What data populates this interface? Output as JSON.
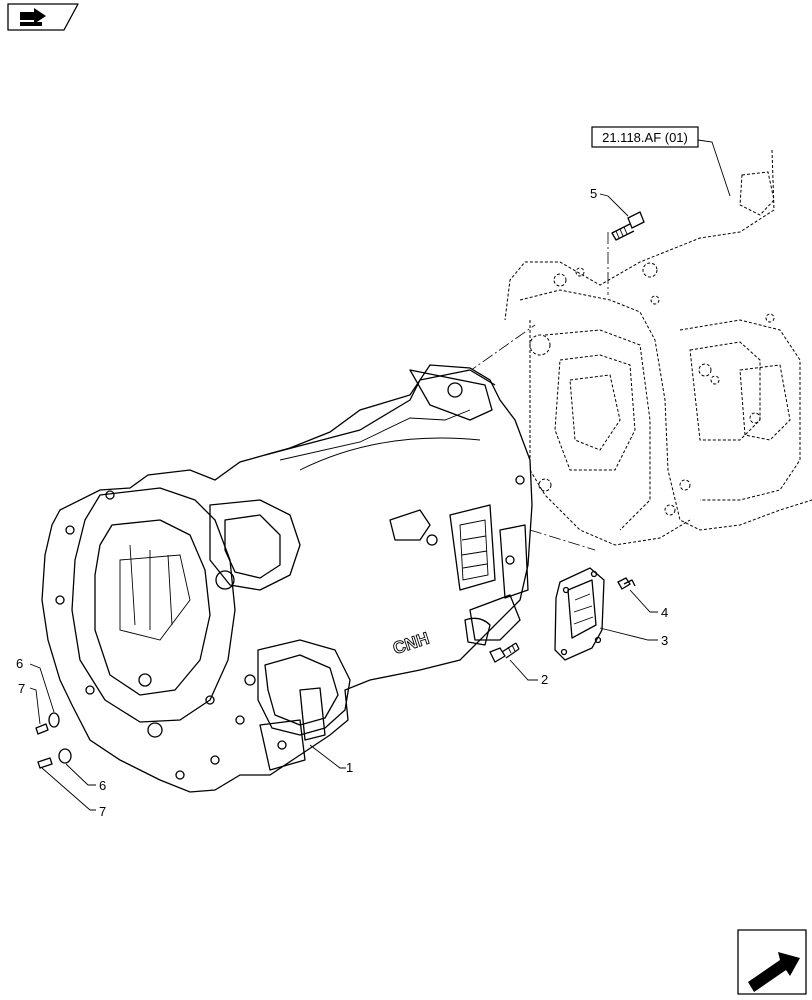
{
  "reference": {
    "label": "21.118.AF (01)"
  },
  "callouts": [
    {
      "id": "c1",
      "label": "1"
    },
    {
      "id": "c2",
      "label": "2"
    },
    {
      "id": "c3",
      "label": "3"
    },
    {
      "id": "c4",
      "label": "4"
    },
    {
      "id": "c5",
      "label": "5"
    },
    {
      "id": "c6a",
      "label": "6"
    },
    {
      "id": "c6b",
      "label": "6"
    },
    {
      "id": "c7a",
      "label": "7"
    },
    {
      "id": "c7b",
      "label": "7"
    }
  ],
  "housing_logo": "CNH",
  "icons": {
    "top_left": "book-arrow-icon",
    "bottom_right": "next-page-arrow-icon"
  },
  "colors": {
    "line": "#000000",
    "background": "#ffffff"
  }
}
